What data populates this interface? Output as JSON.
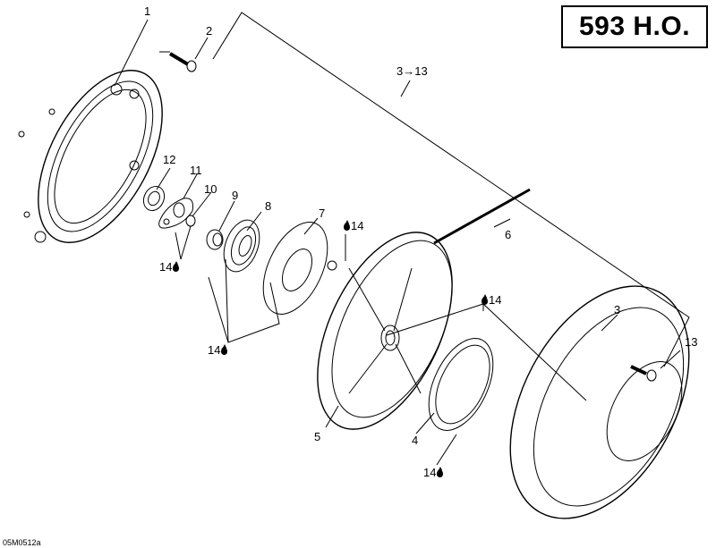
{
  "title": "593 H.O.",
  "drawing_code": "05M0512a",
  "labels": {
    "p1": "1",
    "p2": "2",
    "p3": "3",
    "p3_13": "3→13",
    "p4": "4",
    "p5": "5",
    "p6": "6",
    "p7": "7",
    "p8": "8",
    "p9": "9",
    "p10": "10",
    "p11": "11",
    "p12": "12",
    "p13": "13",
    "p14_a": "14",
    "p14_b": "14",
    "p14_c": "14",
    "p14_d": "14",
    "p14_e": "14"
  },
  "icons": {
    "lubricant": "oil-drop-icon"
  }
}
